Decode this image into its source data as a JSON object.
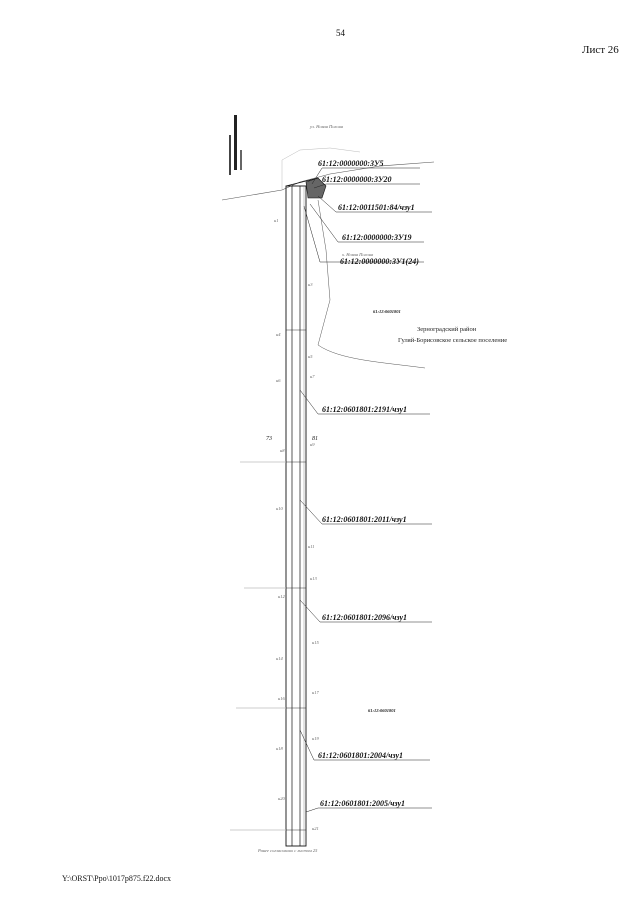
{
  "page": {
    "page_number": "54",
    "sheet_label": "Лист 26",
    "footer_path": "Y:\\ORST\\Ppo\\1017p875.f22.docx"
  },
  "plan": {
    "top_label": "ул. Новая Полона",
    "settlement_label": "х. Новая Полона",
    "region_line1": "Зерноградский район",
    "region_line2": "Гуляй-Борисовское сельское поселение",
    "block_label_1": "61:12:0601801",
    "block_label_2": "61:12:0601801",
    "left_label_1": "73",
    "left_label_2": "81",
    "bottom_caption": "Ранее согласовано с листом 25",
    "parcels": [
      "61:12:0000000:ЗУ5",
      "61:12:0000000:ЗУ20",
      "61:12:0011501:84/чзу1",
      "61:12:0000000:ЗУ19",
      "61:12:0000000:ЗУ1(24)",
      "61:12:0601801:2191/чзу1",
      "61:12:0601801:2011/чзу1",
      "61:12:0601801:2096/чзу1",
      "61:12:0601801:2004/чзу1",
      "61:12:0601801:2005/чзу1"
    ]
  }
}
